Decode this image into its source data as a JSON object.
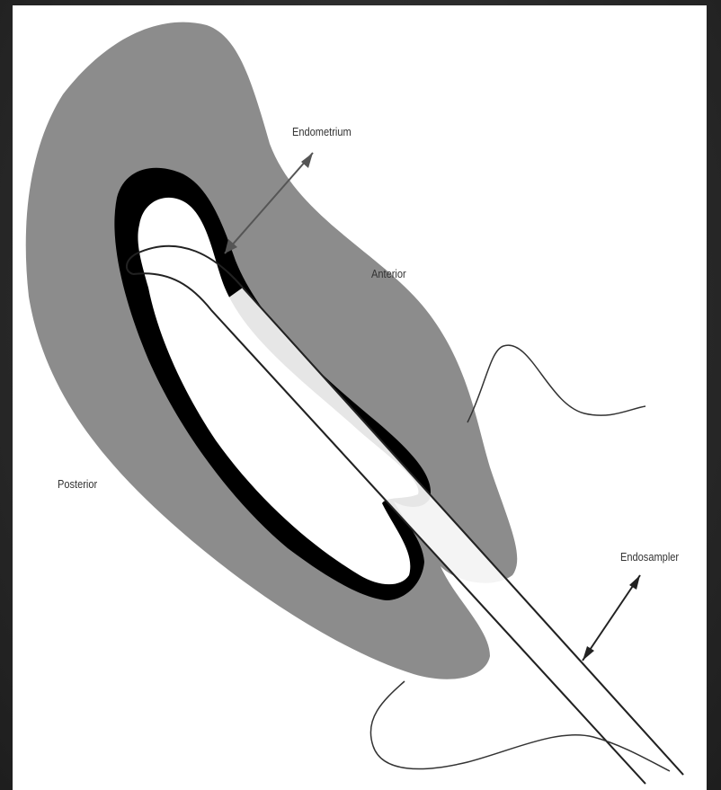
{
  "diagram": {
    "labels": {
      "endometrium": "Endometrium",
      "anterior": "Anterior",
      "posterior": "Posterior",
      "endosampler": "Endosampler"
    },
    "colors": {
      "uterus_wall": "#8c8c8c",
      "endometrium": "#000000",
      "cavity": "#ffffff",
      "lines": "#222222",
      "frame": "#2b2b2b"
    }
  }
}
